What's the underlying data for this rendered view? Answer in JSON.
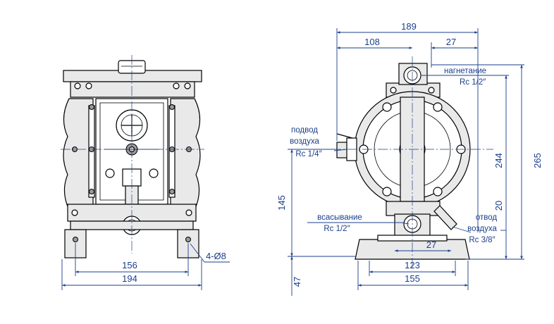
{
  "front_view": {
    "dimensions": {
      "bolt_spacing": "156",
      "overall_width": "194",
      "mount_holes": "4-Ø8"
    }
  },
  "side_view": {
    "dimensions": {
      "overall_width": "189",
      "center_to_left": "108",
      "outlet_offset": "27",
      "total_height": "265",
      "outlet_height": "244",
      "air_exhaust_height": "20",
      "inlet_height": "145",
      "base_height": "47",
      "foot_inner": "123",
      "foot_outer": "155",
      "inlet_offset": "27"
    },
    "ports": {
      "discharge": {
        "name": "нагнетание",
        "thread": "Rc 1/2″"
      },
      "air_supply": {
        "name_line1": "подвод",
        "name_line2": "воздуха",
        "thread": "Rc 1/4″"
      },
      "suction": {
        "name": "всасывание",
        "thread": "Rc 1/2″"
      },
      "air_exhaust": {
        "name_line1": "отвод",
        "name_line2": "воздуха",
        "thread": "Rc 3/8″"
      }
    }
  }
}
